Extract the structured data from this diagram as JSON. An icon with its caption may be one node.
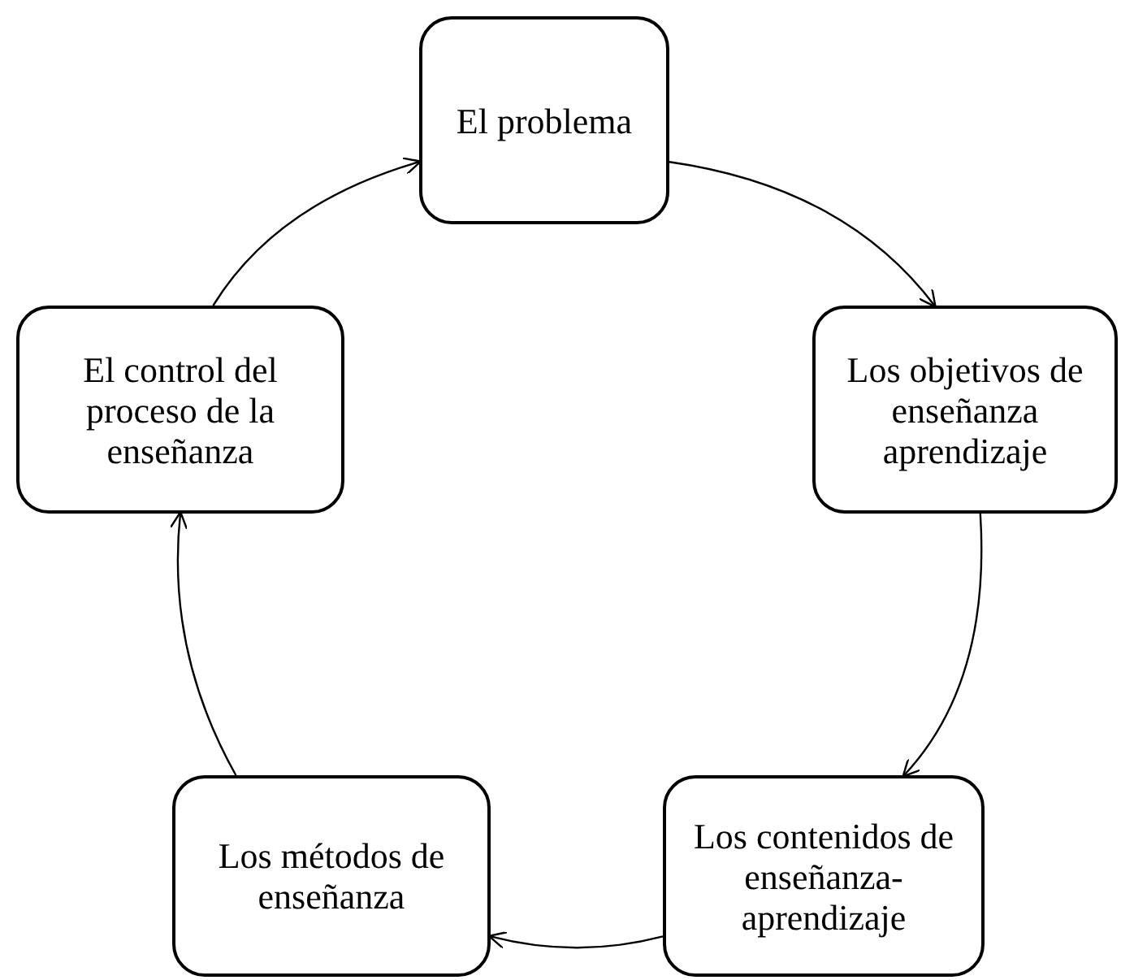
{
  "diagram": {
    "nodes": [
      {
        "text": [
          "El problema"
        ]
      },
      {
        "text": [
          "Los objetivos de enseñanza aprendizaje"
        ]
      },
      {
        "text": [
          "Los contenidos de enseñanza-aprendizaje"
        ]
      },
      {
        "text": [
          "Los métodos de enseñanza"
        ]
      },
      {
        "text": [
          "El control del proceso de la enseñanza"
        ]
      }
    ],
    "edges": [
      {
        "from": 0,
        "to": 1,
        "arrow": "to"
      },
      {
        "from": 1,
        "to": 2,
        "arrow": "to"
      },
      {
        "from": 2,
        "to": 3,
        "arrow": "to"
      },
      {
        "from": 3,
        "to": 4,
        "arrow": "to"
      },
      {
        "from": 4,
        "to": 0,
        "arrow": "to"
      }
    ]
  }
}
